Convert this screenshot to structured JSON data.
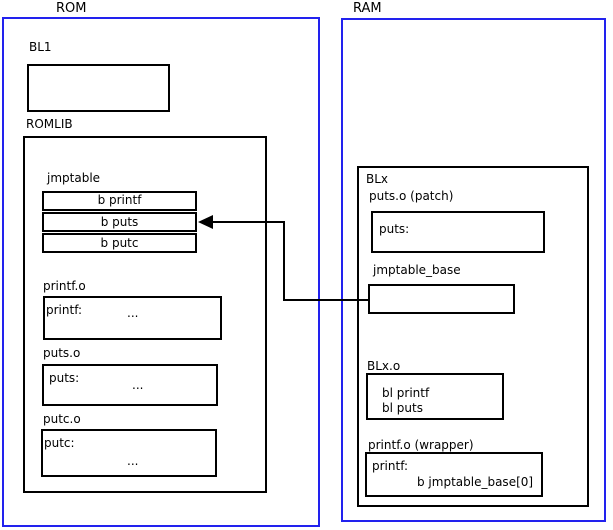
{
  "rom": {
    "title": "ROM",
    "bl1_label": "BL1",
    "romlib": {
      "label": "ROMLIB",
      "jmptable": {
        "label": "jmptable",
        "entries": [
          "b printf",
          "b puts",
          "b putc"
        ]
      },
      "printf_o": {
        "label": "printf.o",
        "symbol": "printf:",
        "body": "..."
      },
      "puts_o": {
        "label": "puts.o",
        "symbol": "puts:",
        "body": "..."
      },
      "putc_o": {
        "label": "putc.o",
        "symbol": "putc:",
        "body": "..."
      }
    }
  },
  "ram": {
    "title": "RAM",
    "blx": {
      "label": "BLx",
      "puts_patch": {
        "label": "puts.o (patch)",
        "symbol": "puts:"
      },
      "jmptable_base": {
        "label": "jmptable_base"
      },
      "blx_o": {
        "label": "BLx.o",
        "line1": "bl printf",
        "line2": "bl puts"
      },
      "printf_wrapper": {
        "label": "printf.o (wrapper)",
        "symbol": "printf:",
        "body": "b jmptable_base[0]"
      }
    }
  },
  "arrow": {
    "from": "jmptable_base",
    "to": "jmptable entry b puts"
  },
  "colors": {
    "region_border": "#2222ee",
    "box_border": "#000000",
    "background": "#ffffff",
    "text": "#000000"
  }
}
